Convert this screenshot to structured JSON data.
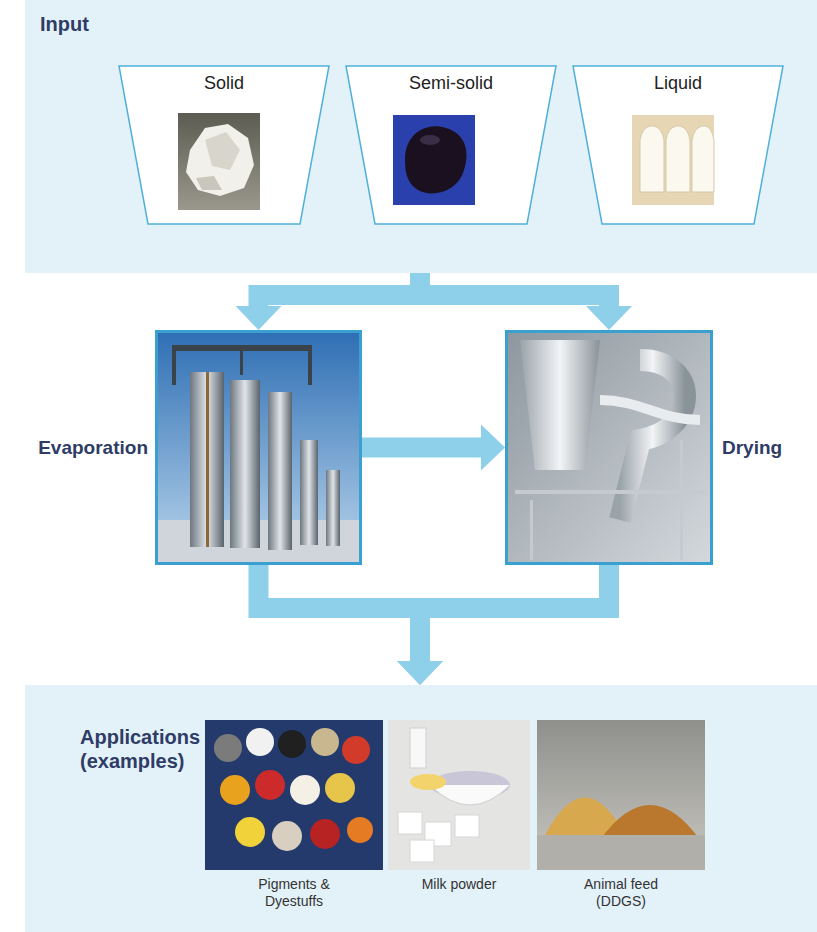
{
  "diagram": {
    "nodes": [
      {
        "text": [
          "Input"
        ]
      },
      {
        "text": [
          "Solid"
        ],
        "in": 0
      },
      {
        "text": [
          "Semi-solid"
        ],
        "in": 0
      },
      {
        "text": [
          "Liquid"
        ],
        "in": 0
      },
      {
        "text": [
          "Evaporation"
        ]
      },
      {
        "text": [
          "Drying"
        ]
      },
      {
        "text": [
          "Applications (examples)"
        ]
      }
    ],
    "edges": [
      {
        "from": 0,
        "to": 4,
        "arrow": "to"
      },
      {
        "from": 0,
        "to": 5,
        "arrow": "to"
      },
      {
        "from": 4,
        "to": 5,
        "arrow": "to"
      },
      {
        "from": 4,
        "to": 6,
        "arrow": "to"
      },
      {
        "from": 5,
        "to": 6,
        "arrow": "to"
      }
    ],
    "labels": [
      "Pigments & Dyestuffs",
      "Milk powder",
      "Animal feed (DDGS)"
    ]
  }
}
